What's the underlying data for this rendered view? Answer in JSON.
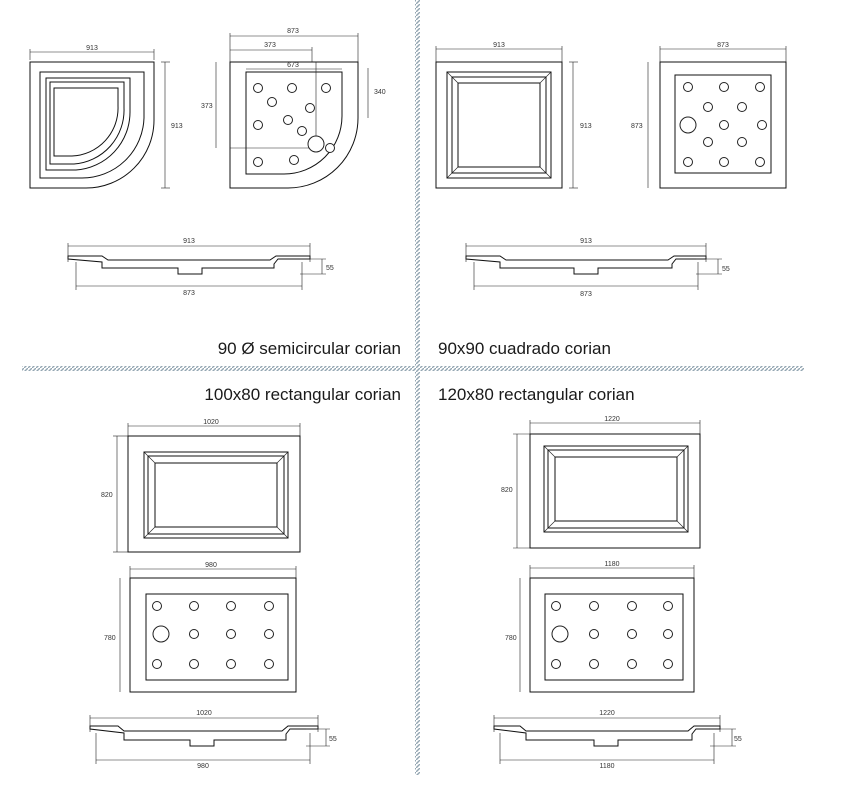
{
  "colors": {
    "divider": "#93a6b2",
    "line": "#111111",
    "background": "#ffffff"
  },
  "captions": {
    "semicircular": "90 Ø semicircular corian",
    "square": "90x90 cuadrado corian",
    "rect100": "100x80 rectangular corian",
    "rect120": "120x80 rectangular corian"
  },
  "semicircular": {
    "outer_width": "913",
    "outer_height": "913",
    "inner_width": "873",
    "radius_w": "373",
    "radius_h": "373",
    "grid_width": "673",
    "grid_height": "340",
    "side_total": "913",
    "side_base": "873",
    "side_depth": "55"
  },
  "square": {
    "outer_width": "913",
    "outer_height": "913",
    "inner_width": "873",
    "inner_height": "873",
    "side_total": "913",
    "side_base": "873",
    "side_depth": "55"
  },
  "rect100": {
    "outer_width": "1020",
    "outer_height": "820",
    "inner_width": "980",
    "inner_height": "780",
    "side_total": "1020",
    "side_base": "980",
    "side_depth": "55"
  },
  "rect120": {
    "outer_width": "1220",
    "outer_height": "820",
    "inner_width": "1180",
    "inner_height": "780",
    "side_total": "1220",
    "side_base": "1180",
    "side_depth": "55"
  }
}
